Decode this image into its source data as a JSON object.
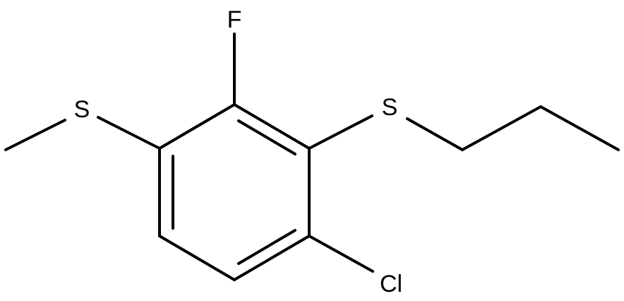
{
  "molecule": {
    "atoms": {
      "fluorine": "F",
      "sulfur_methyl": "S",
      "sulfur_propyl": "S",
      "chlorine": "Cl"
    }
  }
}
